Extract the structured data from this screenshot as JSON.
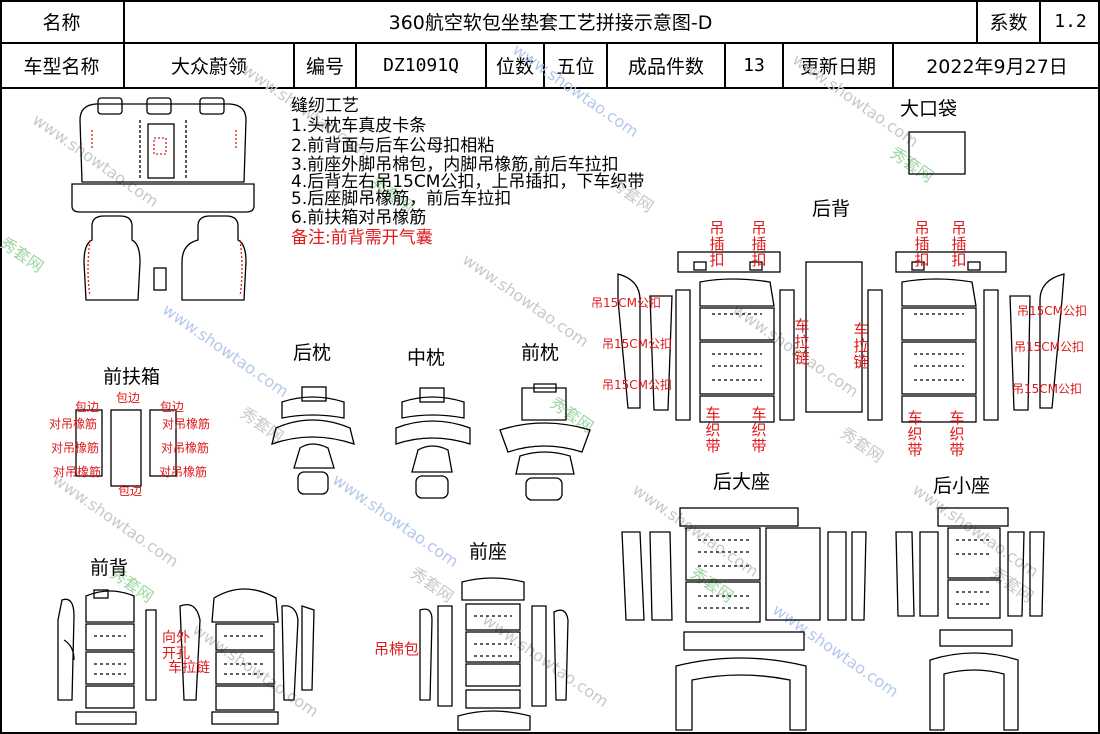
{
  "header": {
    "name_label": "名称",
    "title": "360航空软包坐垫套工艺拼接示意图-D",
    "coef_label": "系数",
    "coef_value": "1.2",
    "model_label": "车型名称",
    "model_value": "大众蔚领",
    "code_label": "编号",
    "code_value": "DZ1091Q",
    "seats_label": "位数",
    "seats_value": "五位",
    "pieces_label": "成品件数",
    "pieces_value": "13",
    "date_label": "更新日期",
    "date_value": "2022年9月27日"
  },
  "process": {
    "title": "缝纫工艺",
    "steps": [
      "1.头枕车真皮卡条",
      "2.前背面与后车公母扣相粘",
      "3.前座外脚吊棉包，内脚吊橡筋,前后车拉扣",
      "4.后背左右吊15CM公扣，上吊插扣，下车织带",
      "5.后座脚吊橡筋，前后车拉扣",
      "6.前扶箱对吊橡筋"
    ],
    "note": "备注:前背需开气囊"
  },
  "sections": {
    "big_pocket": "大口袋",
    "rear_back": "后背",
    "front_armrest": "前扶箱",
    "rear_headrest": "后枕",
    "middle_headrest": "中枕",
    "front_headrest": "前枕",
    "rear_big_seat": "后大座",
    "rear_small_seat": "后小座",
    "front_back": "前背",
    "front_seat": "前座"
  },
  "annotations": {
    "hang_buckle": "吊插扣",
    "hang_15cm": "吊15CM公扣",
    "zipper": "车拉链",
    "webbing": "车织带",
    "edge": "包边",
    "hang_elastic": "对吊橡筋",
    "hang_cotton": "吊棉包",
    "front_back_note": [
      "向外",
      "开孔",
      "车拉链"
    ]
  },
  "watermark": [
    "秀套网",
    "www.showtao.com"
  ],
  "colors": {
    "annotation_red": "#e0191b",
    "watermark_gray": "#c8c8c8",
    "watermark_green": "#9fd6a0",
    "watermark_blue": "#b5c8ec"
  }
}
